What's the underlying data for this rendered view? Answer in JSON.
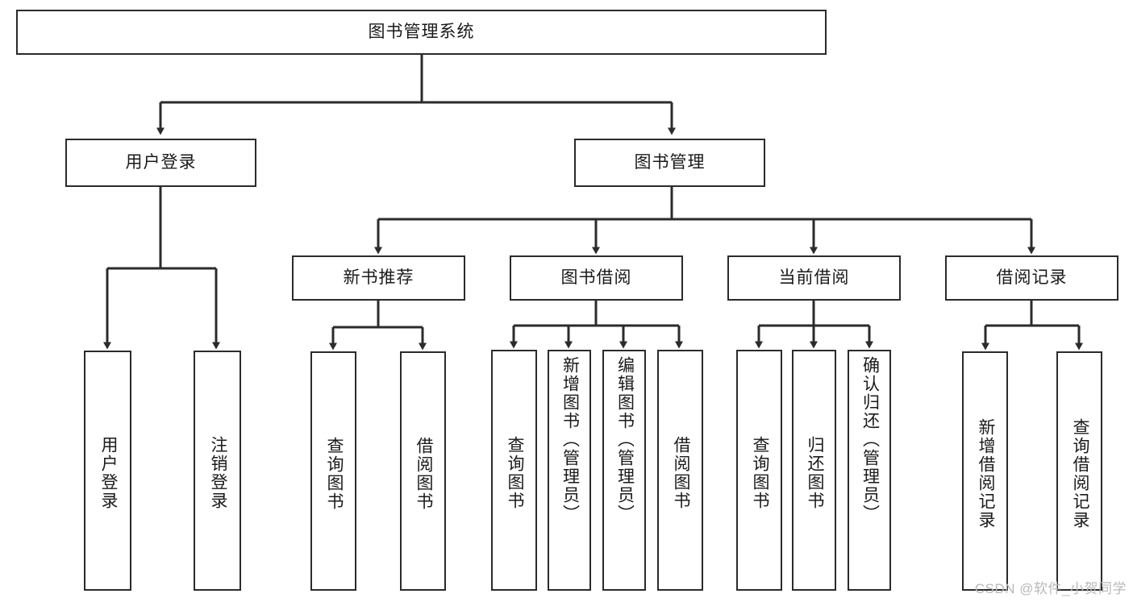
{
  "diagram": {
    "title": "图书管理系统",
    "type": "tree",
    "stroke_color": "#2b2b2b",
    "fill_color": "#ffffff",
    "text_color": "#1a1a1a",
    "watermark": "CSDN @软件_小贺同学"
  },
  "nodes": {
    "root": {
      "label": "图书管理系统"
    },
    "level2": [
      {
        "id": "user_login",
        "label": "用户登录"
      },
      {
        "id": "book_manage",
        "label": "图书管理"
      }
    ],
    "level3": [
      {
        "id": "new_book_rec",
        "label": "新书推荐"
      },
      {
        "id": "book_borrow",
        "label": "图书借阅"
      },
      {
        "id": "current_borrow",
        "label": "当前借阅"
      },
      {
        "id": "borrow_record",
        "label": "借阅记录"
      }
    ],
    "leaves": {
      "user_login": [
        {
          "id": "leaf_user_login",
          "label": "用户登录"
        },
        {
          "id": "leaf_user_logout",
          "label": "注销登录"
        }
      ],
      "new_book_rec": [
        {
          "id": "leaf_query_book_1",
          "label": "查询图书"
        },
        {
          "id": "leaf_borrow_book_1",
          "label": "借阅图书"
        }
      ],
      "book_borrow": [
        {
          "id": "leaf_query_book_2",
          "label": "查询图书"
        },
        {
          "id": "leaf_add_book",
          "label": "新增图书（管理员）"
        },
        {
          "id": "leaf_edit_book",
          "label": "编辑图书（管理员）"
        },
        {
          "id": "leaf_borrow_book_2",
          "label": "借阅图书"
        }
      ],
      "current_borrow": [
        {
          "id": "leaf_query_book_3",
          "label": "查询图书"
        },
        {
          "id": "leaf_return_book",
          "label": "归还图书"
        },
        {
          "id": "leaf_confirm_return",
          "label": "确认归还（管理员）"
        }
      ],
      "borrow_record": [
        {
          "id": "leaf_add_record",
          "label": "新增借阅记录"
        },
        {
          "id": "leaf_query_record",
          "label": "查询借阅记录"
        }
      ]
    }
  }
}
